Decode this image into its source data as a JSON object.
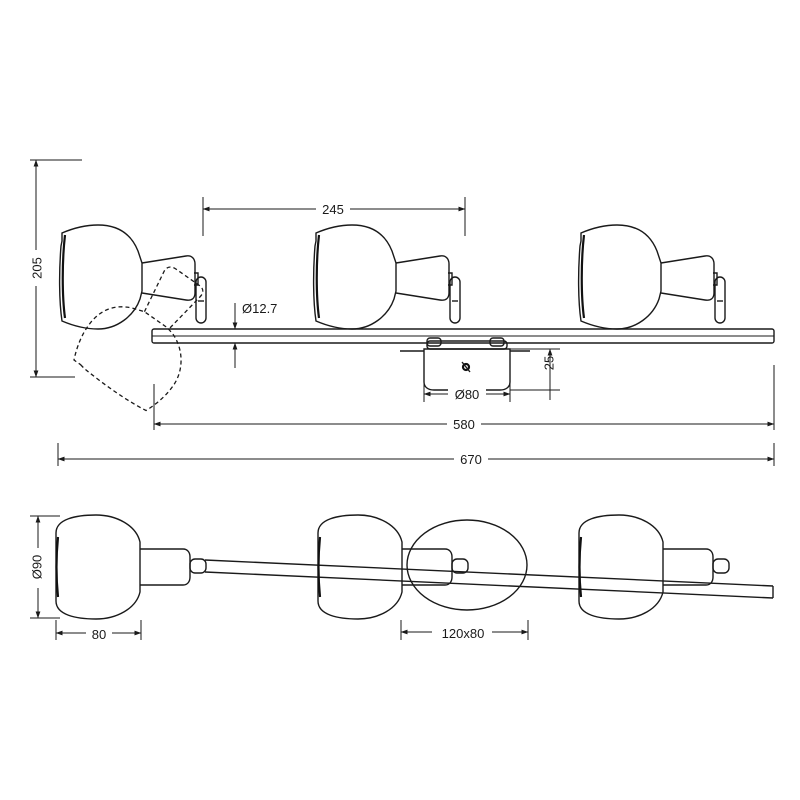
{
  "dimensions": {
    "spot_spacing": "245",
    "rod_diameter": "Ø12.7",
    "height": "205",
    "canopy_height": "25",
    "canopy_diameter": "Ø80",
    "base_length": "580",
    "total_length": "670",
    "shade_diameter": "Ø90",
    "shade_depth": "80",
    "canopy_size": "120x80"
  }
}
